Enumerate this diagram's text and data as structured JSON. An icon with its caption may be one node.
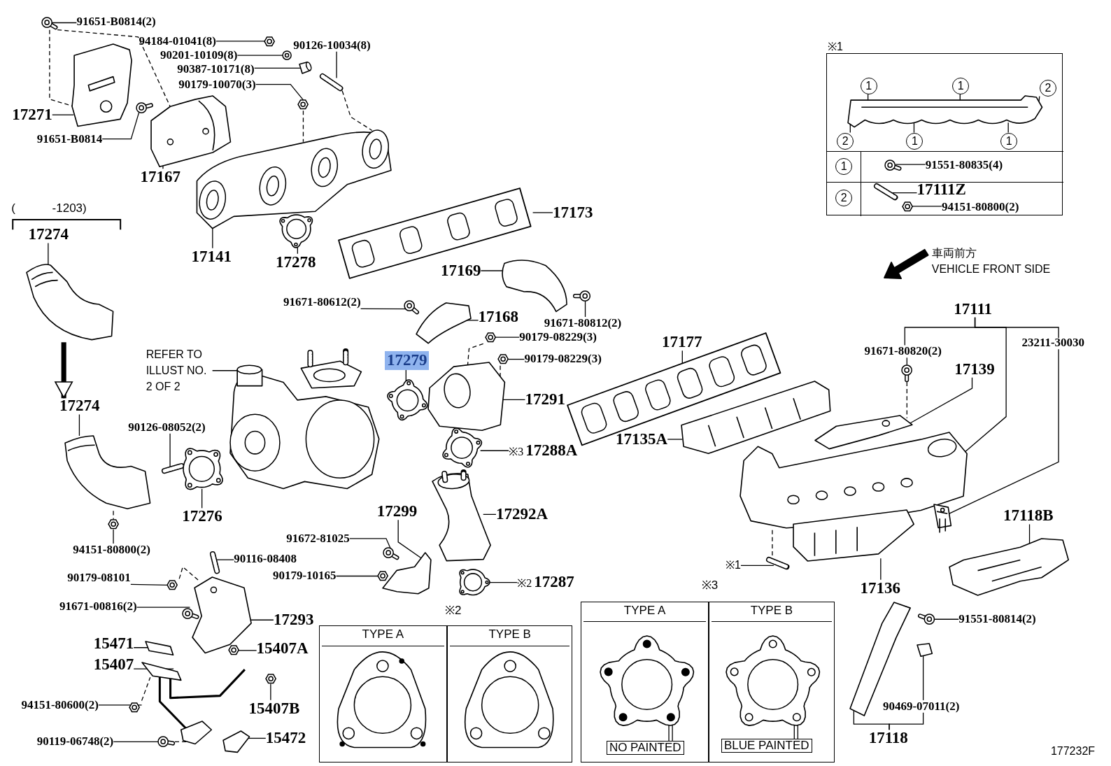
{
  "diagram": {
    "nodes": [
      {
        "text": [
          "91651-B0814(2)"
        ]
      },
      {
        "text": [
          "94184-01041(8)"
        ]
      },
      {
        "text": [
          "90201-10109(8)"
        ]
      },
      {
        "text": [
          "90126-10034(8)"
        ]
      },
      {
        "text": [
          "90387-10171(8)"
        ]
      },
      {
        "text": [
          "90179-10070(3)"
        ]
      },
      {
        "text": [],
        "shape": "box"
      },
      {
        "text": [
          "1"
        ],
        "in": 6
      },
      {
        "text": [
          "1"
        ],
        "in": 6
      },
      {
        "text": [
          "2"
        ],
        "in": 6
      },
      {
        "text": [
          "2"
        ],
        "in": 6
      },
      {
        "text": [
          "1"
        ],
        "in": 6
      },
      {
        "text": [
          "1"
        ],
        "in": 6
      },
      {
        "text": [
          "1"
        ],
        "in": 6
      },
      {
        "text": [
          "91551-80835(4)"
        ],
        "in": 6
      },
      {
        "text": [
          "2"
        ],
        "in": 6
      },
      {
        "text": [
          "17111Z"
        ],
        "in": 6
      },
      {
        "text": [
          "94151-80800(2)"
        ],
        "in": 6
      },
      {
        "text": [
          "17271"
        ]
      },
      {
        "text": [
          "91651-B0814"
        ]
      },
      {
        "text": [
          "17167"
        ]
      },
      {
        "text": [
          "17141"
        ]
      },
      {
        "text": [
          "17278"
        ]
      },
      {
        "text": [
          "17173"
        ]
      },
      {
        "text": [
          "17274"
        ]
      },
      {
        "text": [
          "17169"
        ]
      },
      {
        "text": [
          "91671-80612(2)"
        ]
      },
      {
        "text": [
          "17168"
        ]
      },
      {
        "text": [
          "91671-80812(2)"
        ]
      },
      {
        "text": [
          "17111"
        ]
      },
      {
        "text": [
          "90179-08229(3)"
        ]
      },
      {
        "text": [
          "23211-30030"
        ]
      },
      {
        "text": [
          "91671-80820(2)"
        ]
      },
      {
        "text": [
          "17177"
        ]
      },
      {
        "text": [
          "90179-08229(3)"
        ]
      },
      {
        "text": [
          "REFER TO ILLUST NO. 2 OF 2"
        ]
      },
      {
        "text": [
          "17279"
        ]
      },
      {
        "text": [
          "17139"
        ]
      },
      {
        "text": [
          "17291"
        ]
      },
      {
        "text": [
          "17274"
        ]
      },
      {
        "text": [
          "90126-08052(2)"
        ]
      },
      {
        "text": [
          "17135A"
        ]
      },
      {
        "text": [
          "17288A"
        ],
        "beside": [
          "※3"
        ]
      },
      {
        "text": [
          "17292A"
        ]
      },
      {
        "text": [
          "17299"
        ]
      },
      {
        "text": [
          "17276"
        ]
      },
      {
        "text": [
          "17118B"
        ]
      },
      {
        "text": [
          "91672-81025"
        ]
      },
      {
        "text": [
          "94151-80800(2)"
        ]
      },
      {
        "text": [
          "90116-08408"
        ]
      },
      {
        "text": [
          "※1"
        ]
      },
      {
        "text": [
          "90179-10165"
        ]
      },
      {
        "text": [
          "90179-08101"
        ]
      },
      {
        "text": [
          "17287"
        ],
        "beside": [
          "※2"
        ]
      },
      {
        "text": [
          "17136"
        ]
      },
      {
        "text": [
          "91671-00816(2)"
        ]
      },
      {
        "text": [
          "17293"
        ]
      },
      {
        "text": [
          "91551-80814(2)"
        ]
      },
      {
        "text": [
          "TYPE A"
        ]
      },
      {
        "text": [
          "TYPE B"
        ]
      },
      {
        "text": [
          "TYPE A"
        ]
      },
      {
        "text": [
          "TYPE B"
        ]
      },
      {
        "text": [
          "15471"
        ]
      },
      {
        "text": [
          "15407A"
        ]
      },
      {
        "text": [
          "15407"
        ]
      },
      {
        "text": [
          "15407B"
        ]
      },
      {
        "text": [
          "94151-80600(2)"
        ]
      },
      {
        "text": [
          "90469-07011(2)"
        ]
      },
      {
        "text": [
          "90119-06748(2)"
        ]
      },
      {
        "text": [
          "15472"
        ]
      },
      {
        "text": [
          "NO PAINTED"
        ],
        "in": 60
      },
      {
        "text": [
          "BLUE PAINTED"
        ],
        "in": 61
      },
      {
        "text": [
          "17118"
        ]
      },
      {
        "text": [],
        "shape": "picture"
      },
      {
        "text": [],
        "shape": "picture"
      },
      {
        "text": [],
        "shape": "picture"
      },
      {
        "text": [],
        "shape": "picture"
      },
      {
        "text": [],
        "shape": "picture"
      },
      {
        "text": [],
        "shape": "picture"
      },
      {
        "text": [],
        "shape": "picture",
        "in": 6
      },
      {
        "text": [],
        "shape": "picture",
        "in": 6
      },
      {
        "text": [],
        "shape": "picture",
        "in": 6
      },
      {
        "text": [],
        "shape": "picture",
        "in": 6
      },
      {
        "text": [],
        "shape": "picture"
      },
      {
        "text": [],
        "shape": "picture"
      },
      {
        "text": [],
        "shape": "picture"
      },
      {
        "text": [],
        "shape": "picture"
      },
      {
        "text": [],
        "shape": "picture"
      },
      {
        "text": [],
        "shape": "picture"
      },
      {
        "text": [],
        "shape": "picture"
      },
      {
        "text": [],
        "shape": "picture"
      },
      {
        "text": [],
        "shape": "picture"
      },
      {
        "text": [],
        "shape": "picture"
      },
      {
        "text": [],
        "shape": "picture"
      },
      {
        "text": [],
        "shape": "picture"
      },
      {
        "text": [],
        "shape": "picture"
      },
      {
        "text": [],
        "shape": "picture"
      },
      {
        "text": [],
        "shape": "picture"
      },
      {
        "text": [],
        "shape": "picture"
      },
      {
        "text": [],
        "shape": "picture"
      },
      {
        "text": [],
        "shape": "picture"
      },
      {
        "text": [],
        "shape": "picture"
      },
      {
        "text": [],
        "shape": "picture"
      },
      {
        "text": [],
        "shape": "picture"
      },
      {
        "text": [],
        "shape": "picture"
      },
      {
        "text": [],
        "shape": "picture"
      },
      {
        "text": [],
        "shape": "picture"
      },
      {
        "text": [],
        "shape": "picture"
      },
      {
        "text": [],
        "shape": "picture"
      },
      {
        "text": [],
        "shape": "picture"
      },
      {
        "text": [],
        "shape": "picture"
      },
      {
        "text": [],
        "shape": "picture"
      },
      {
        "text": [],
        "shape": "picture"
      },
      {
        "text": [],
        "shape": "picture"
      },
      {
        "text": [],
        "shape": "picture"
      },
      {
        "text": [],
        "shape": "picture"
      },
      {
        "text": [],
        "shape": "picture"
      },
      {
        "text": [],
        "shape": "picture"
      },
      {
        "text": [],
        "shape": "picture"
      },
      {
        "text": [],
        "shape": "picture"
      },
      {
        "text": [],
        "shape": "picture"
      },
      {
        "text": [],
        "shape": "picture"
      },
      {
        "text": [],
        "shape": "picture"
      },
      {
        "text": [],
        "shape": "picture"
      },
      {
        "text": [],
        "shape": "picture"
      },
      {
        "text": [],
        "shape": "picture"
      },
      {
        "text": [],
        "shape": "picture"
      },
      {
        "text": [],
        "shape": "picture"
      },
      {
        "text": [],
        "shape": "picture"
      },
      {
        "text": [],
        "shape": "picture"
      },
      {
        "text": [],
        "shape": "picture"
      },
      {
        "text": [],
        "shape": "picture",
        "in": 60
      },
      {
        "text": [],
        "shape": "picture",
        "in": 61
      },
      {
        "text": [],
        "shape": "picture"
      }
    ],
    "edges": [
      {
        "from": 0,
        "to": 73,
        "arrow": "none"
      },
      {
        "from": 1,
        "to": 74,
        "arrow": "none"
      },
      {
        "from": 2,
        "to": 75,
        "arrow": "none"
      },
      {
        "from": 3,
        "to": 76,
        "arrow": "none"
      },
      {
        "from": 4,
        "to": 77,
        "arrow": "none"
      },
      {
        "from": 5,
        "to": 78,
        "arrow": "none"
      },
      {
        "from": 7,
        "to": 79,
        "arrow": "none"
      },
      {
        "from": 8,
        "to": 79,
        "arrow": "none"
      },
      {
        "from": 9,
        "to": 79,
        "arrow": "none"
      },
      {
        "from": 10,
        "to": 79,
        "arrow": "none"
      },
      {
        "from": 11,
        "to": 79,
        "arrow": "none"
      },
      {
        "from": 12,
        "to": 79,
        "arrow": "none"
      },
      {
        "from": 14,
        "to": 80,
        "arrow": "none"
      },
      {
        "from": 16,
        "to": 81,
        "arrow": "none"
      },
      {
        "from": 17,
        "to": 82,
        "arrow": "none"
      },
      {
        "from": 18,
        "to": 83,
        "arrow": "none"
      },
      {
        "from": 19,
        "to": 84,
        "arrow": "none"
      },
      {
        "from": 20,
        "to": 85,
        "arrow": "none"
      },
      {
        "from": 21,
        "to": 86,
        "arrow": "none"
      },
      {
        "from": 22,
        "to": 87,
        "arrow": "none"
      },
      {
        "from": 23,
        "to": 88,
        "arrow": "none"
      },
      {
        "from": 24,
        "to": 89,
        "arrow": "none"
      },
      {
        "from": 25,
        "to": 90,
        "arrow": "none"
      },
      {
        "from": 26,
        "to": 91,
        "arrow": "none"
      },
      {
        "from": 27,
        "to": 92,
        "arrow": "none"
      },
      {
        "from": 28,
        "to": 93,
        "arrow": "none"
      },
      {
        "from": 29,
        "to": 94,
        "arrow": "none"
      },
      {
        "from": 30,
        "to": 95,
        "arrow": "none"
      },
      {
        "from": 31,
        "to": 96,
        "arrow": "none"
      },
      {
        "from": 32,
        "to": 97,
        "arrow": "none"
      },
      {
        "from": 33,
        "to": 98,
        "arrow": "none"
      },
      {
        "from": 34,
        "to": 99,
        "arrow": "none"
      },
      {
        "from": 35,
        "to": 100,
        "arrow": "none"
      },
      {
        "from": 36,
        "to": 101,
        "arrow": "none"
      },
      {
        "from": 37,
        "to": 102,
        "arrow": "none"
      },
      {
        "from": 38,
        "to": 103,
        "arrow": "none"
      },
      {
        "from": 39,
        "to": 104,
        "arrow": "none"
      },
      {
        "from": 40,
        "to": 105,
        "arrow": "none"
      },
      {
        "from": 41,
        "to": 106,
        "arrow": "none"
      },
      {
        "from": 42,
        "to": 107,
        "arrow": "none"
      },
      {
        "from": 43,
        "to": 108,
        "arrow": "none"
      },
      {
        "from": 44,
        "to": 109,
        "arrow": "none"
      },
      {
        "from": 45,
        "to": 110,
        "arrow": "none"
      },
      {
        "from": 46,
        "to": 111,
        "arrow": "none"
      },
      {
        "from": 47,
        "to": 112,
        "arrow": "none"
      },
      {
        "from": 48,
        "to": 113,
        "arrow": "none"
      },
      {
        "from": 49,
        "to": 114,
        "arrow": "none"
      },
      {
        "from": 50,
        "to": 115,
        "arrow": "none"
      },
      {
        "from": 51,
        "to": 116,
        "arrow": "none"
      },
      {
        "from": 52,
        "to": 117,
        "arrow": "none"
      },
      {
        "from": 53,
        "to": 118,
        "arrow": "none"
      },
      {
        "from": 54,
        "to": 119,
        "arrow": "none"
      },
      {
        "from": 55,
        "to": 120,
        "arrow": "none"
      },
      {
        "from": 56,
        "to": 121,
        "arrow": "none"
      },
      {
        "from": 57,
        "to": 122,
        "arrow": "none"
      },
      {
        "from": 62,
        "to": 123,
        "arrow": "none"
      },
      {
        "from": 63,
        "to": 124,
        "arrow": "none"
      },
      {
        "from": 64,
        "to": 125,
        "arrow": "none"
      },
      {
        "from": 65,
        "to": 126,
        "arrow": "none"
      },
      {
        "from": 66,
        "to": 127,
        "arrow": "none"
      },
      {
        "from": 67,
        "to": 128,
        "arrow": "none"
      },
      {
        "from": 68,
        "to": 129,
        "arrow": "none"
      },
      {
        "from": 69,
        "to": 130,
        "arrow": "none"
      },
      {
        "from": 70,
        "to": 131,
        "arrow": "none"
      },
      {
        "from": 70,
        "to": 131,
        "arrow": "none"
      },
      {
        "from": 71,
        "to": 132,
        "arrow": "none"
      },
      {
        "from": 71,
        "to": 132,
        "arrow": "none"
      },
      {
        "from": 72,
        "to": 133,
        "arrow": "none"
      },
      {
        "from": 72,
        "to": 67,
        "arrow": "none"
      },
      {
        "from": 29,
        "to": 32,
        "arrow": "none"
      },
      {
        "from": 29,
        "to": 31,
        "arrow": "none"
      },
      {
        "from": 73,
        "to": 83,
        "arrow": "none",
        "style": "dashed"
      },
      {
        "from": 73,
        "to": 85,
        "arrow": "none",
        "style": "dashed"
      },
      {
        "from": 76,
        "to": 86,
        "arrow": "none",
        "style": "dashed"
      },
      {
        "from": 78,
        "to": 86,
        "arrow": "none",
        "style": "dashed"
      },
      {
        "from": 95,
        "to": 103,
        "arrow": "none",
        "style": "dashed"
      },
      {
        "from": 99,
        "to": 103,
        "arrow": "none",
        "style": "dashed"
      },
      {
        "from": 97,
        "to": 102,
        "arrow": "none",
        "style": "dashed"
      },
      {
        "from": 94,
        "to": 115,
        "arrow": "none",
        "style": "dashed"
      },
      {
        "from": 127,
        "to": 125,
        "arrow": "none",
        "style": "dashed"
      },
      {
        "from": 129,
        "to": 125,
        "arrow": "none",
        "style": "dashed"
      },
      {
        "from": 117,
        "to": 121,
        "arrow": "none",
        "style": "dashed"
      },
      {
        "from": 104,
        "to": 113,
        "arrow": "none",
        "style": "dashed"
      },
      {
        "from": 89,
        "to": 39,
        "arrow": "to",
        "style": "thick"
      }
    ],
    "labels": [
      "( -1203)",
      "※1",
      "車両前方",
      "VEHICLE FRONT SIDE",
      "※3",
      "※2",
      "177232F"
    ]
  }
}
